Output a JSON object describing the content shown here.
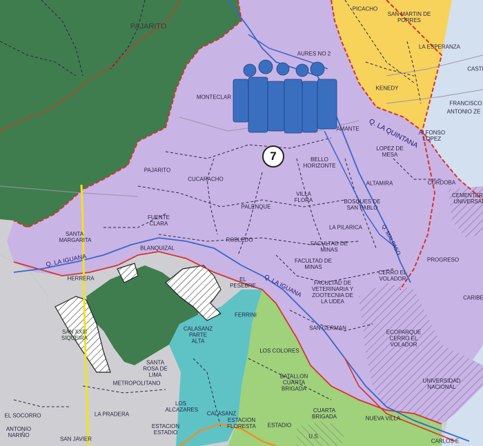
{
  "map": {
    "marker": {
      "number": "7"
    },
    "colors": {
      "forest": "#3f7d4e",
      "commune_7": "#c9b4e6",
      "north_orange": "#f7d35c",
      "east_blue": "#d3e0f0",
      "teal_zone": "#5fc3c6",
      "green_zone": "#9fd27a",
      "gray_zone": "#cfcfd3",
      "boundary_red": "#d6332b",
      "river_blue": "#3a66c8",
      "road_yellow": "#f2e21a",
      "road_orange": "#e9922b",
      "people_icon": "#3a6fbf"
    },
    "icon": "people-group-icon",
    "labels": {
      "pajarito_n": "PAJARITO",
      "picacho": "PICACHO",
      "san_martin": "SAN MARTIN DE PORRES",
      "esperanza": "LA ESPERANZA",
      "aures": "AURES No 2",
      "castilla": "CASTI",
      "monteclaro": "MONTECLAR",
      "kennedy": "KENEDY",
      "francisco": "FRANCISCO",
      "antonio": "ANTONIO ZE",
      "amante": "AMANTE",
      "quebrada_quintana": "Q. La Quintana",
      "alfonso": "ALFONSO LOPEZ",
      "lopez_mesa": "LOPEZ DE MESA",
      "pajarito": "PAJARITO",
      "cucaracho": "CUCARACHO",
      "bello_horizonte": "BELLO HORIZONTE",
      "villa_flora": "VILLA FLORA",
      "altamira": "ALTAMIRA",
      "cordoba": "CORDOBA",
      "cementerio": "CEMENTERIO UNIVERSAL",
      "palenque": "PALENQUE",
      "bosques": "BOSQUES DE SAN PABLO",
      "fuente_clara": "FUENTE CLARA",
      "la_pilarica": "LA PILARICA",
      "q_malpaso": "Q. Malpaso",
      "santa_margarita": "SANTA MARGARITA",
      "blanquizal": "BLANQUIZAL",
      "robledo": "ROBLEDO",
      "facultad_minas": "FACULTAD DE MINAS",
      "facultad_minas_b": "FACULTAD DE MINAS",
      "progreso": "PROGRESO",
      "q_lalguna": "Q. La Iguana",
      "herrera": "HERRERA",
      "el_pesebre": "EL PESEBRE",
      "q_iguana_2": "Q. La Iguana",
      "cerro_volador": "CERRO EL VOLADOR",
      "fac_veterinaria": "FACULTAD DE VETERINARIA Y ZOOTECNIA DE LA UDEA",
      "caribe": "CARIBE",
      "ferrini": "FERRINI",
      "san_german": "SAN GERMAN",
      "ecoparque": "ECOPARQUE CERRO EL VOLADOR",
      "san_xxiii": "SAN XXIII SIQUEIRA",
      "calasanz_alta": "CALASANZ PARTE ALTA",
      "los_colores": "LOS COLORES",
      "santa_rosa": "SANTA ROSA DE LIMA",
      "metropolitano": "METROPOLITANO",
      "batallon": "BATALLON CUARTA BRIGADA",
      "universidad": "UNIVERSIDAD NACIONAL",
      "los_alcazares": "LOS ALCAZARES",
      "la_pradera": "LA PRADERA",
      "el_socorro": "EL SOCORRO",
      "calasanz": "CALASANZ",
      "cuarta_brigada": "CUARTA BRIGADA",
      "estadio_floresta": "ESTACION FLORESTA",
      "estadio": "ESTADIO",
      "antonio_narino": "ANTONIO NARIÑO",
      "estacion_estadio": "ESTACION ESTADIO",
      "san_javier": "SAN JAVIER",
      "carlos_e": "CARLOS E",
      "nueva_villa": "NUEVA VILLA",
      "us": "U.S."
    }
  }
}
